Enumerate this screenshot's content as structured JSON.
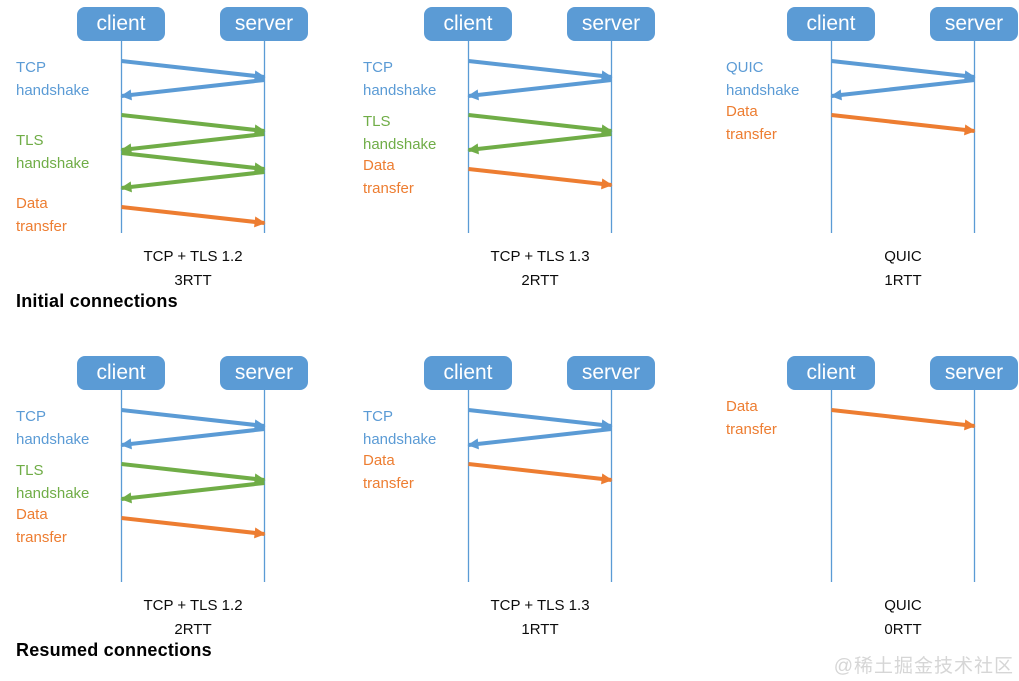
{
  "colors": {
    "blue": "#5B9BD5",
    "green": "#70AD47",
    "orange": "#ED7D31"
  },
  "sections": {
    "initial": {
      "heading": "Initial connections"
    },
    "resumed": {
      "heading": "Resumed connections"
    }
  },
  "watermark": "@稀土掘金技术社区",
  "panels": [
    {
      "client_label": "client",
      "server_label": "server",
      "phases": [
        {
          "label": "TCP\nhandshake",
          "color": "blue",
          "arrows": [
            "cs",
            "sc"
          ]
        },
        {
          "label": "TLS\nhandshake",
          "color": "green",
          "arrows": [
            "cs",
            "sc",
            "cs",
            "sc"
          ]
        },
        {
          "label": "Data\ntransfer",
          "color": "orange",
          "arrows": [
            "cs"
          ]
        }
      ],
      "caption": {
        "line1": "TCP + TLS 1.2",
        "line2": "3RTT"
      }
    },
    {
      "client_label": "client",
      "server_label": "server",
      "phases": [
        {
          "label": "TCP\nhandshake",
          "color": "blue",
          "arrows": [
            "cs",
            "sc"
          ]
        },
        {
          "label": "TLS\nhandshake",
          "color": "green",
          "arrows": [
            "cs",
            "sc"
          ]
        },
        {
          "label": "Data\ntransfer",
          "color": "orange",
          "arrows": [
            "cs"
          ]
        }
      ],
      "caption": {
        "line1": "TCP + TLS 1.3",
        "line2": "2RTT"
      }
    },
    {
      "client_label": "client",
      "server_label": "server",
      "phases": [
        {
          "label": "QUIC\nhandshake",
          "color": "blue",
          "arrows": [
            "cs",
            "sc"
          ]
        },
        {
          "label": "Data\ntransfer",
          "color": "orange",
          "arrows": [
            "cs"
          ]
        }
      ],
      "caption": {
        "line1": "QUIC",
        "line2": "1RTT"
      }
    },
    {
      "client_label": "client",
      "server_label": "server",
      "phases": [
        {
          "label": "TCP\nhandshake",
          "color": "blue",
          "arrows": [
            "cs",
            "sc"
          ]
        },
        {
          "label": "TLS\nhandshake",
          "color": "green",
          "arrows": [
            "cs",
            "sc"
          ]
        },
        {
          "label": "Data\ntransfer",
          "color": "orange",
          "arrows": [
            "cs"
          ]
        }
      ],
      "caption": {
        "line1": "TCP + TLS 1.2",
        "line2": "2RTT"
      }
    },
    {
      "client_label": "client",
      "server_label": "server",
      "phases": [
        {
          "label": "TCP\nhandshake",
          "color": "blue",
          "arrows": [
            "cs",
            "sc"
          ]
        },
        {
          "label": "Data\ntransfer",
          "color": "orange",
          "arrows": [
            "cs"
          ]
        }
      ],
      "caption": {
        "line1": "TCP + TLS 1.3",
        "line2": "1RTT"
      }
    },
    {
      "client_label": "client",
      "server_label": "server",
      "phases": [
        {
          "label": "Data\ntransfer",
          "color": "orange",
          "arrows": [
            "cs"
          ]
        }
      ],
      "caption": {
        "line1": "QUIC",
        "line2": "0RTT"
      }
    }
  ]
}
